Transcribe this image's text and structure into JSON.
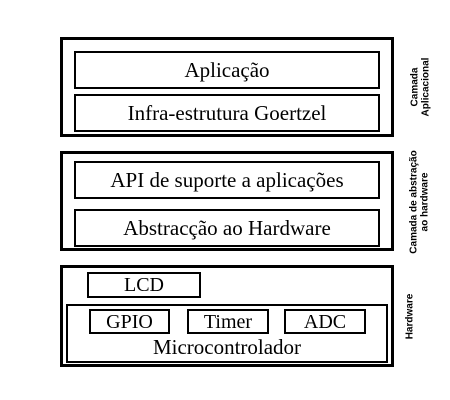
{
  "layers": {
    "application": {
      "side_label_line1": "Camada",
      "side_label_line2": "Aplicacional",
      "boxes": [
        "Aplicação",
        "Infra-estrutura Goertzel"
      ]
    },
    "abstraction": {
      "side_label_line1": "Camada de abstração",
      "side_label_line2": "ao hardware",
      "boxes": [
        "API de suporte a aplicações",
        "Abstracção ao Hardware"
      ]
    },
    "hardware": {
      "side_label": "Hardware",
      "lcd": "LCD",
      "microcontroller": {
        "label": "Microcontrolador",
        "peripherals": [
          "GPIO",
          "Timer",
          "ADC"
        ]
      }
    }
  }
}
